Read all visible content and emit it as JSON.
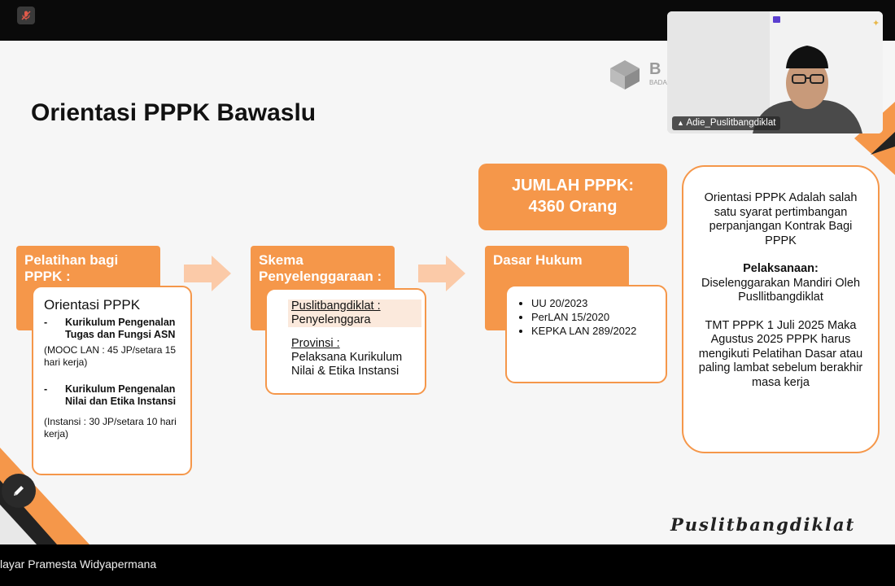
{
  "meeting": {
    "share_label": "layar Pramesta Widyapermana",
    "participant_name": "Adie_Puslitbangdiklat"
  },
  "slide": {
    "title": "Orientasi PPPK Bawaslu",
    "logo": {
      "text": "B",
      "subtext": "BADA"
    },
    "training": {
      "header": "Pelatihan bagi PPPK :",
      "card_title": "Orientasi PPPK",
      "items": [
        {
          "label": "Kurikulum Pengenalan Tugas dan Fungsi ASN",
          "note": "(MOOC LAN : 45 JP/setara 15 hari kerja)"
        },
        {
          "label": "Kurikulum Pengenalan Nilai dan Etika Instansi",
          "note": "(Instansi : 30 JP/setara 10 hari kerja)"
        }
      ]
    },
    "scheme": {
      "header": "Skema Penyelenggaraan :",
      "entries": [
        {
          "org": "Puslitbangdiklat :",
          "role": "Penyelenggara"
        },
        {
          "org": "Provinsi :",
          "role": "Pelaksana Kurikulum Nilai & Etika Instansi"
        }
      ]
    },
    "total": {
      "label": "JUMLAH PPPK:",
      "value": "4360 Orang"
    },
    "legal": {
      "header": "Dasar Hukum",
      "items": [
        "UU 20/2023",
        "PerLAN 15/2020",
        "KEPKA LAN 289/2022"
      ]
    },
    "info": {
      "intro": "Orientasi PPPK Adalah salah satu syarat pertimbangan perpanjangan Kontrak Bagi PPPK",
      "impl_title": "Pelaksanaan:",
      "impl_text": "Diselenggarakan Mandiri Oleh Pusllitbangdiklat",
      "tmt": "TMT PPPK 1 Juli 2025 Maka Agustus 2025 PPPK harus mengikuti Pelatihan Dasar atau paling lambat sebelum berakhir masa kerja"
    },
    "watermark": "Puslitbangdiklat"
  },
  "colors": {
    "accent": "#f5974a",
    "arrow": "#fbcaa8"
  },
  "icons": {
    "mic": "mic-muted-icon",
    "pen": "pen-icon",
    "pin": "pin-icon"
  }
}
